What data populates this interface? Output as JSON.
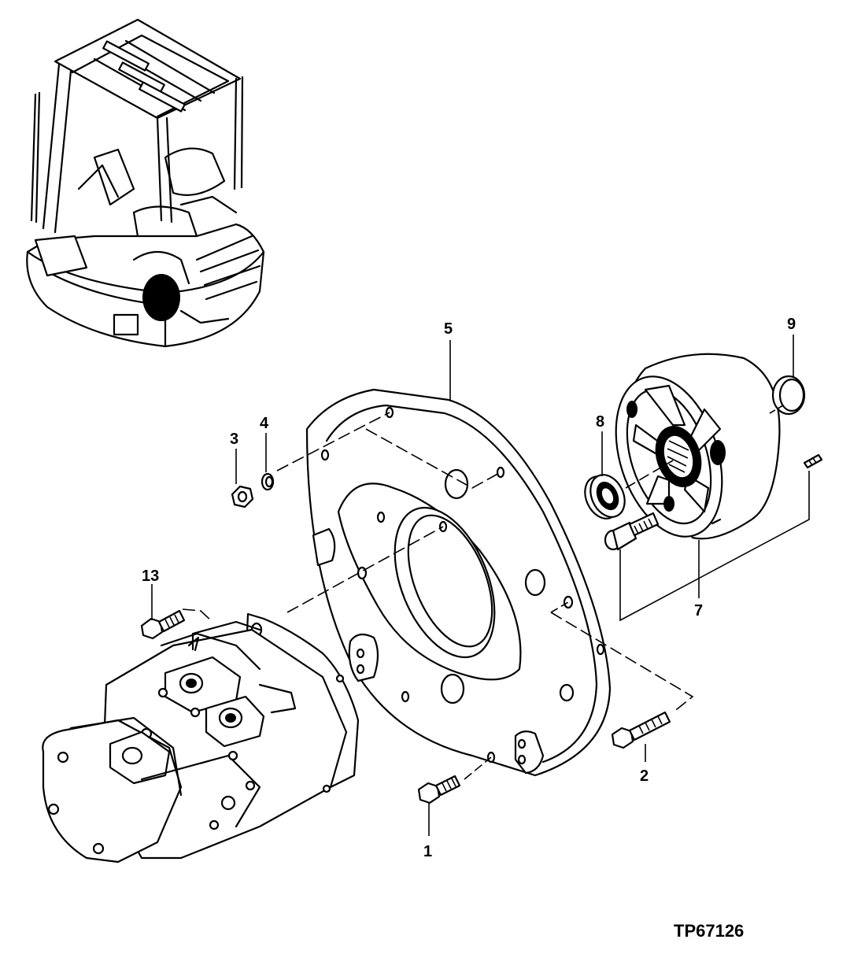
{
  "figure_id": "TP67126",
  "callouts": {
    "c1": "1",
    "c2": "2",
    "c3": "3",
    "c4": "4",
    "c5": "5",
    "c7": "7",
    "c8": "8",
    "c9": "9",
    "c13": "13"
  }
}
